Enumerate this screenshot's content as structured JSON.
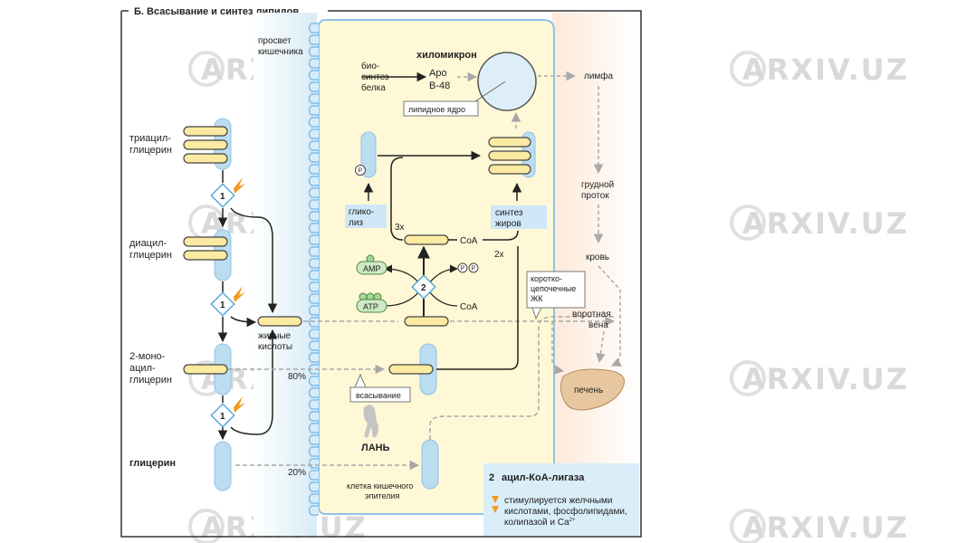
{
  "title": "Б. Всасывание и синтез липидов",
  "colors": {
    "accent": "#f29a1f",
    "lipid": "#fbeaa1",
    "membrane": "#bcdcf0",
    "cell": "#fff8d6",
    "lumen": "#e9f4fb",
    "liver": "#e8c7a0",
    "frame": "#333333"
  },
  "watermark": "ARXIV.UZ",
  "left": {
    "triacyl": [
      "триацил-",
      "глицерин"
    ],
    "diacyl": [
      "диацил-",
      "глицерин"
    ],
    "monoacyl": [
      "2-моно-",
      "ацил-",
      "глицерин"
    ],
    "glycerol": "глицерин",
    "lumen": [
      "просвет",
      "кишечника"
    ],
    "fatty_acids": [
      "жирные",
      "кислоты"
    ],
    "enzyme_marker": "1",
    "pct_80": "80%",
    "pct_20": "20%"
  },
  "cell": {
    "chylomicron": "хиломикрон",
    "biosynth": [
      "био-",
      "синтез",
      "белка"
    ],
    "apo": [
      "Аро",
      "B-48"
    ],
    "lipid_core": "липидное ядро",
    "phosphate": "P",
    "glycolysis": [
      "глико-",
      "лиз"
    ],
    "fat_synth": [
      "синтез",
      "жиров"
    ],
    "x3": "3x",
    "x2": "2x",
    "coa_top": "CoA",
    "coa_bottom": "CoA",
    "amp": "AMP",
    "atp": "ATP",
    "ligase_marker": "2",
    "ppi": [
      "P",
      "P"
    ],
    "short_chain": [
      "коротко-",
      "цепочечные",
      "ЖК"
    ],
    "absorption": "всасывание",
    "cell_label": [
      "клетка кишечного",
      "эпителия"
    ]
  },
  "right": {
    "lymph": "лимфа",
    "thoracic_duct": [
      "грудной",
      "проток"
    ],
    "blood": "кровь",
    "portal_vein": [
      "воротная",
      "вена"
    ],
    "liver": "печень"
  },
  "legend": {
    "number": "2",
    "enzyme": "ацил-КоА-лигаза",
    "note": [
      "стимулируется желчными",
      "кислотами, фосфолипидами,",
      "колипазой и Ca"
    ],
    "note_sup": "2+"
  },
  "logo_text": "ЛАНЬ"
}
